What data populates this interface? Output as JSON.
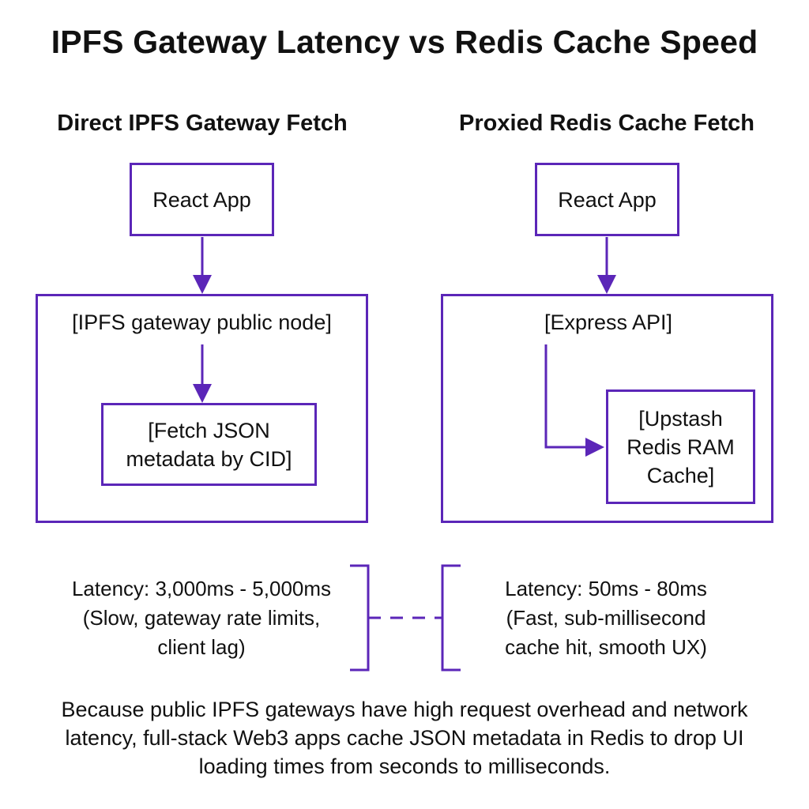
{
  "title": "IPFS Gateway Latency vs Redis Cache Speed",
  "colors": {
    "accent": "#5b26b8",
    "text": "#111111",
    "background": "#ffffff"
  },
  "left": {
    "heading": "Direct IPFS Gateway Fetch",
    "client": "React App",
    "container": "[IPFS gateway public node]",
    "inner": "[Fetch JSON\nmetadata by CID]",
    "latency": "Latency: 3,000ms - 5,000ms\n(Slow, gateway rate limits,\nclient lag)"
  },
  "right": {
    "heading": "Proxied Redis Cache Fetch",
    "client": "React App",
    "container": "[Express API]",
    "inner": "[Upstash\nRedis RAM\nCache]",
    "latency": "Latency: 50ms - 80ms\n(Fast, sub-millisecond\ncache hit, smooth UX)"
  },
  "footer": "Because public IPFS gateways have high request overhead and network latency, full-stack Web3 apps cache JSON metadata in Redis to drop UI loading times from seconds to milliseconds."
}
